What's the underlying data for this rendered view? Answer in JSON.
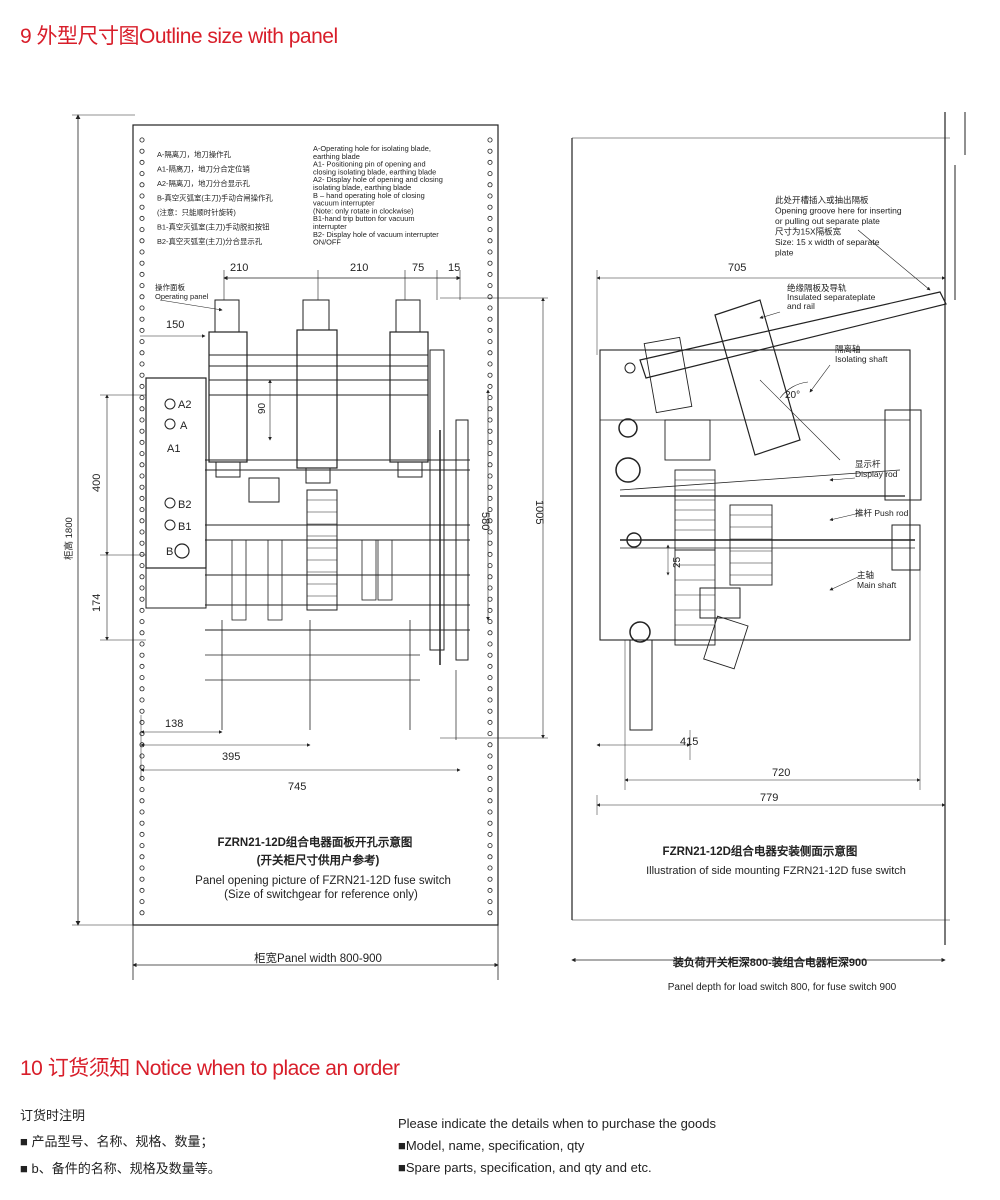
{
  "section9": {
    "title": "9 外型尺寸图Outline size with panel"
  },
  "front": {
    "legend_cn": [
      "A-隔离刀，地刀操作孔",
      "A1-隔离刀，地刀分合定位销",
      "A2-隔离刀，地刀分合显示孔",
      "B-真空灭弧室(主刀)手动合闸操作孔",
      "(注意：只能顺时针旋转)",
      "B1-真空灭弧室(主刀)手动脱扣按钮",
      "B2-真空灭弧室(主刀)分合显示孔"
    ],
    "legend_en": [
      "A-Operating hole for isolating blade,",
      "earthing blade",
      "A1- Positioning pin of opening and",
      "closing isolating blade, earthing blade",
      "A2- Display hole of opening and closing",
      "isolating blade, earthing blade",
      "B – hand operating hole of closing",
      "vacuum interrupter",
      "(Note: only rotate in clockwise)",
      "B1-hand trip button for vacuum",
      "interrupter",
      "B2- Display hole of vacuum interrupter",
      "ON/OFF"
    ],
    "operating_panel_cn": "操作面板",
    "operating_panel_en": "Operating panel",
    "labels": {
      "a2": "A2",
      "a": "A",
      "a1": "A1",
      "b2": "B2",
      "b1": "B1",
      "b": "B"
    },
    "dims": {
      "d210a": "210",
      "d210b": "210",
      "d75": "75",
      "d15": "15",
      "d150": "150",
      "d90": "90",
      "d400": "400",
      "d580": "580",
      "d1005": "1005",
      "d174": "174",
      "d138": "138",
      "d395": "395",
      "d745": "745",
      "height": "柜高 1800"
    },
    "caption_cn1": "FZRN21-12D组合电器面板开孔示意图",
    "caption_cn2": "(开关柜尺寸供用户参考)",
    "caption_en1": "Panel opening picture of FZRN21-12D fuse switch",
    "caption_en2": "(Size of switchgear for reference only)",
    "panel_width": "柜宽Panel width 800-900"
  },
  "side": {
    "notes": [
      "此处开槽插入或抽出隔板",
      "Opening groove here for inserting",
      "or pulling out separate plate",
      "尺寸为15X隔板宽",
      "Size: 15 x width of separate",
      "plate"
    ],
    "d705": "705",
    "rail_cn": "绝缘隔板及导轨",
    "rail_en1": "Insulated separateplate",
    "rail_en2": "and rail",
    "shaft_cn": "隔离轴",
    "shaft_en": "Isolating shaft",
    "angle": "20°",
    "display_cn": "显示杆",
    "display_en": "Display rod",
    "push": "推杆 Push rod",
    "d25": "25",
    "main_cn": "主轴",
    "main_en": "Main shaft",
    "d415": "415",
    "d720": "720",
    "d779": "779",
    "caption_cn": "FZRN21-12D组合电器安装侧面示意图",
    "caption_en": "Illustration of side mounting FZRN21-12D fuse switch",
    "depth_cn": "装负荷开关柜深800-装组合电器柜深900",
    "depth_en": "Panel depth for load switch 800, for fuse switch 900"
  },
  "section10": {
    "title": "10  订货须知  Notice when to place an order",
    "cn_intro": "订货时注明",
    "cn_items": [
      "■ 产品型号、名称、规格、数量；",
      "■ b、备件的名称、规格及数量等。"
    ],
    "en_intro": "Please indicate the details when to purchase the goods",
    "en_items": [
      "■Model, name, specification, qty",
      "■Spare parts, specification, and qty and etc."
    ]
  }
}
